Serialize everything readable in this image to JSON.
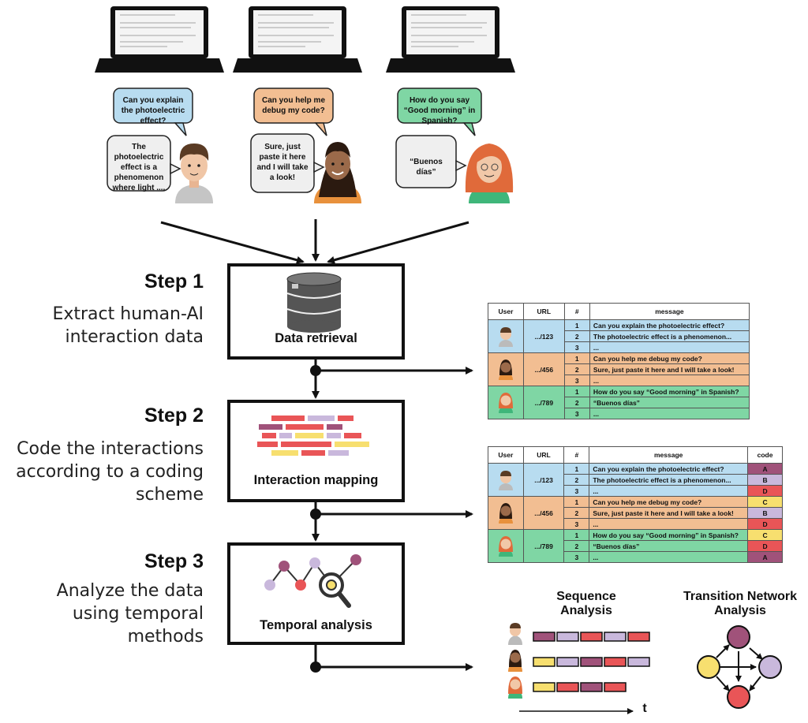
{
  "conversations": [
    {
      "question": "Can you explain the photoelectric effect?",
      "answer": "The photoelectric effect is a phenomenon where light ....",
      "color": "#b8dcf0"
    },
    {
      "question": "Can you help me debug my code?",
      "answer": "Sure, just paste it here and I will take a look!",
      "color": "#f2be92"
    },
    {
      "question": "How do you say “Good morning” in Spanish?",
      "answer": "“Buenos días”",
      "color": "#7fd6a4"
    }
  ],
  "steps": [
    {
      "title": "Step 1",
      "description": "Extract human-AI interaction data",
      "box_label": "Data retrieval",
      "icon": "database-icon"
    },
    {
      "title": "Step 2",
      "description": "Code the interactions according to a coding scheme",
      "box_label": "Interaction mapping",
      "icon": "code-blocks-icon"
    },
    {
      "title": "Step 3",
      "description": "Analyze the data using temporal methods",
      "box_label": "Temporal analysis",
      "icon": "network-search-icon"
    }
  ],
  "table1": {
    "headers": [
      "User",
      "URL",
      "#",
      "message"
    ],
    "groups": [
      {
        "url": ".../123",
        "color": "#b8dcf0",
        "rows": [
          {
            "num": "1",
            "message": "Can you explain the photoelectric effect?"
          },
          {
            "num": "2",
            "message": "The photoelectric effect is a phenomenon..."
          },
          {
            "num": "3",
            "message": "..."
          }
        ]
      },
      {
        "url": ".../456",
        "color": "#f2be92",
        "rows": [
          {
            "num": "1",
            "message": "Can you help me debug my code?"
          },
          {
            "num": "2",
            "message": "Sure, just paste it here and I will take a look!"
          },
          {
            "num": "3",
            "message": "..."
          }
        ]
      },
      {
        "url": ".../789",
        "color": "#7fd6a4",
        "rows": [
          {
            "num": "1",
            "message": "How do you say “Good morning” in Spanish?"
          },
          {
            "num": "2",
            "message": "“Buenos días”"
          },
          {
            "num": "3",
            "message": "..."
          }
        ]
      }
    ]
  },
  "table2": {
    "headers": [
      "User",
      "URL",
      "#",
      "message",
      "code"
    ],
    "groups": [
      {
        "url": ".../123",
        "color": "#b8dcf0",
        "rows": [
          {
            "num": "1",
            "message": "Can you explain the photoelectric effect?",
            "code": "A"
          },
          {
            "num": "2",
            "message": "The photoelectric effect is a phenomenon...",
            "code": "B"
          },
          {
            "num": "3",
            "message": "...",
            "code": "D"
          }
        ]
      },
      {
        "url": ".../456",
        "color": "#f2be92",
        "rows": [
          {
            "num": "1",
            "message": "Can you help me debug my code?",
            "code": "C"
          },
          {
            "num": "2",
            "message": "Sure, just paste it here and I will take a look!",
            "code": "B"
          },
          {
            "num": "3",
            "message": "...",
            "code": "D"
          }
        ]
      },
      {
        "url": ".../789",
        "color": "#7fd6a4",
        "rows": [
          {
            "num": "1",
            "message": "How do you say “Good morning” in Spanish?",
            "code": "C"
          },
          {
            "num": "2",
            "message": "“Buenos días”",
            "code": "D"
          },
          {
            "num": "3",
            "message": "...",
            "code": "A"
          }
        ]
      }
    ]
  },
  "code_colors": {
    "A": "#a0527a",
    "B": "#c9b8dc",
    "C": "#f7df6f",
    "D": "#e95557"
  },
  "sequence_analysis": {
    "title": "Sequence Analysis",
    "axis_label": "t",
    "sequences": [
      [
        "A",
        "B",
        "D",
        "B",
        "D"
      ],
      [
        "C",
        "B",
        "A",
        "D",
        "B"
      ],
      [
        "C",
        "D",
        "A",
        "D"
      ]
    ]
  },
  "transition_network": {
    "title": "Transition Network Analysis",
    "nodes": [
      "A",
      "B",
      "C",
      "D"
    ]
  }
}
